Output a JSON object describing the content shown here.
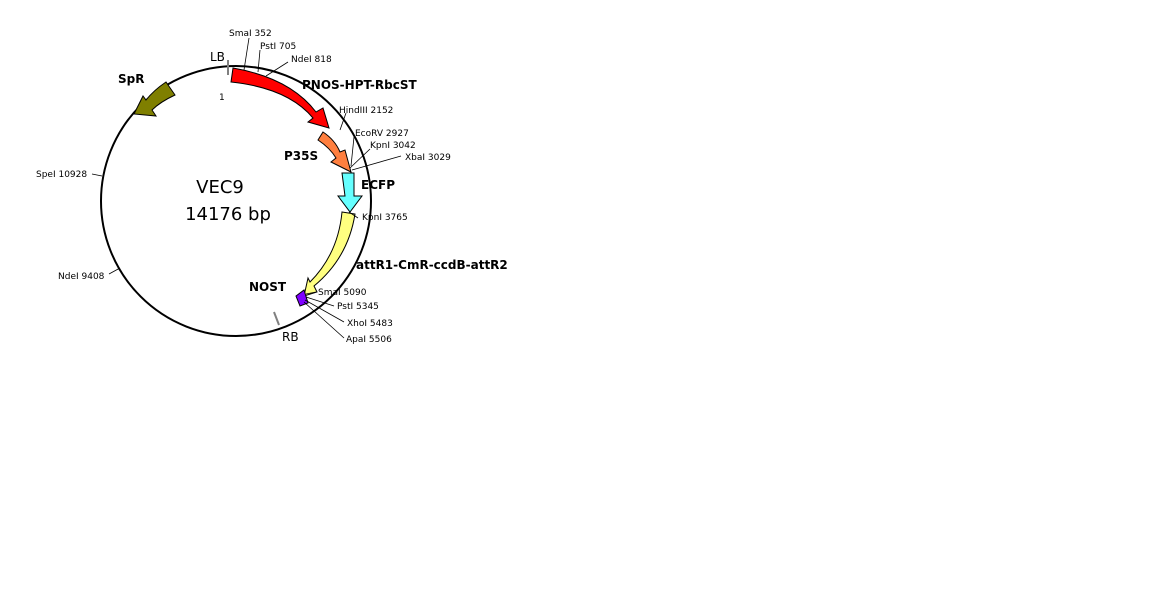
{
  "plasmid": {
    "name": "VEC9",
    "size_label": "14176 bp"
  },
  "features": {
    "lb": "LB",
    "rb": "RB",
    "spr": "SpR",
    "pnos_hpt": "PNOS-HPT-RbcST",
    "p35s": "P35S",
    "ecfp": "ECFP",
    "attr": "attR1-CmR-ccdB-attR2",
    "nost": "NOST"
  },
  "origin_label": "1",
  "sites": {
    "smai_352": "SmaI 352",
    "psti_705": "PstI 705",
    "ndei_818": "NdeI 818",
    "hindiii_2152": "HindIII 2152",
    "ecorv_2927": "EcoRV 2927",
    "kpni_3042": "KpnI 3042",
    "xbai_3029": "XbaI 3029",
    "kpni_3765": "KpnI 3765",
    "smai_5090": "SmaI 5090",
    "psti_5345": "PstI 5345",
    "xhoi_5483": "XhoI 5483",
    "apai_5506": "ApaI 5506",
    "spei_10928": "SpeI 10928",
    "ndei_9408": "NdeI 9408"
  },
  "colors": {
    "pnos_hpt": "#ff0000",
    "p35s": "#ff7f3f",
    "ecfp": "#66ffff",
    "attr": "#ffff80",
    "nost": "#7f00ff",
    "spr": "#7f7f00"
  }
}
